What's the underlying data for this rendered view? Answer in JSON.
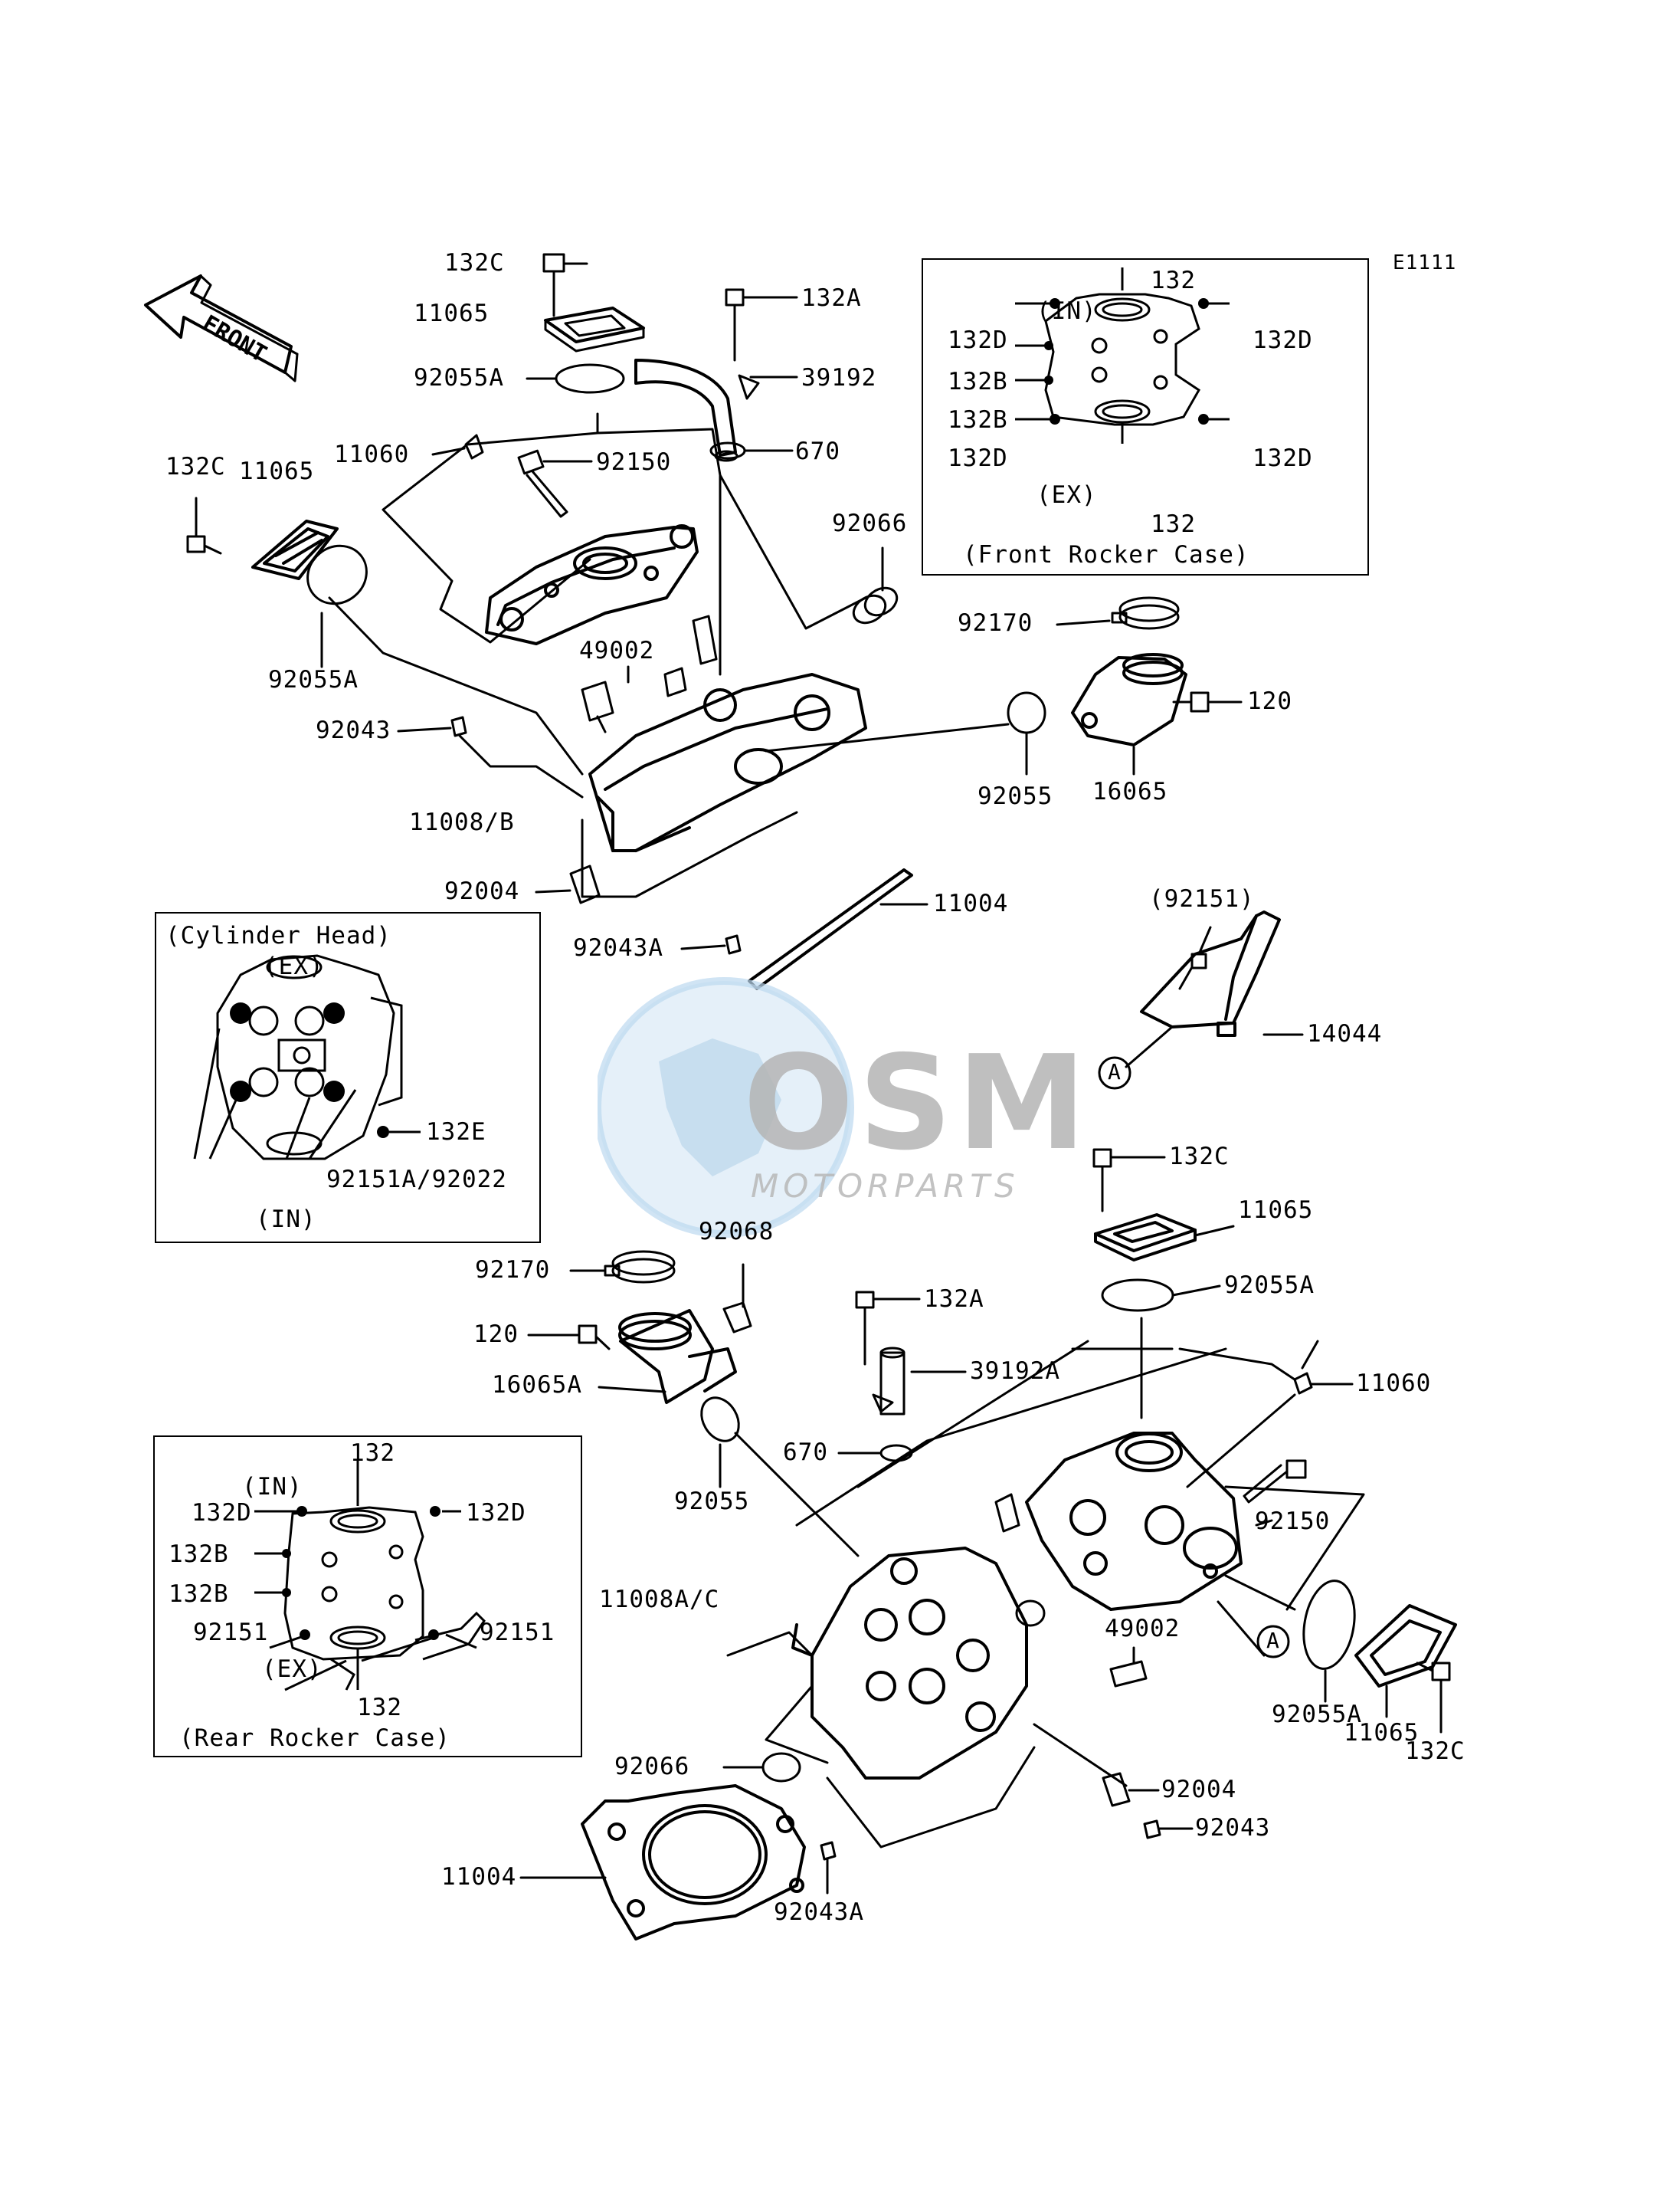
{
  "diagram": {
    "code": "E1111",
    "front_arrow": "FRONT",
    "watermark": {
      "brand": "OSM",
      "tagline": "MOTORPARTS"
    },
    "callout_a": "A",
    "labels": {
      "l132C_top": "132C",
      "l132A_top": "132A",
      "l11065_top": "11065",
      "l92055A_top": "92055A",
      "l39192": "39192",
      "l11060_top": "11060",
      "l92150_top": "92150",
      "l670_top": "670",
      "l132C_left": "132C",
      "l11065_left": "11065",
      "l92066_top": "92066",
      "l49002_top": "49002",
      "l92055A_left": "92055A",
      "l92043_top": "92043",
      "l11008B": "11008/B",
      "l92004_top": "92004",
      "l92043A_top": "92043A",
      "l11004_top": "11004",
      "l92170_top": "92170",
      "l120_top": "120",
      "l92055_top": "92055",
      "l16065": "16065",
      "l92151_paren": "(92151)",
      "l14044": "14044",
      "l132C_right": "132C",
      "l11065_right": "11065",
      "l92055A_right": "92055A",
      "l92068": "92068",
      "l92170_mid": "92170",
      "l132A_mid": "132A",
      "l120_mid": "120",
      "l39192A": "39192A",
      "l16065A": "16065A",
      "l11060_right": "11060",
      "l670_mid": "670",
      "l92150_right": "92150",
      "l92055_mid": "92055",
      "l11008AC": "11008A/C",
      "l49002_mid": "49002",
      "l92066_mid": "92066",
      "l92055A_br": "92055A",
      "l11065_br": "11065",
      "l132C_br": "132C",
      "l92004_bottom": "92004",
      "l92043_bottom": "92043",
      "l11004_bottom": "11004",
      "l92043A_bottom": "92043A"
    },
    "front_case": {
      "l132_top": "132",
      "in": "(IN)",
      "l132D_tl": "132D",
      "l132D_tr": "132D",
      "l132B_1": "132B",
      "l132B_2": "132B",
      "l132D_bl": "132D",
      "l132D_br": "132D",
      "ex": "(EX)",
      "l132_bottom": "132",
      "caption": "(Front Rocker Case)"
    },
    "cyl_head": {
      "caption": "(Cylinder Head)",
      "ex": "(EX)",
      "l132E": "132E",
      "l92151A_92022": "92151A/92022",
      "in": "(IN)"
    },
    "rear_case": {
      "l132_top": "132",
      "in": "(IN)",
      "l132D_l": "132D",
      "l132D_r": "132D",
      "l132B_1": "132B",
      "l132B_2": "132B",
      "l92151_l": "92151",
      "l92151_r": "92151",
      "ex": "(EX)",
      "l132_bottom": "132",
      "caption": "(Rear Rocker Case)"
    }
  }
}
